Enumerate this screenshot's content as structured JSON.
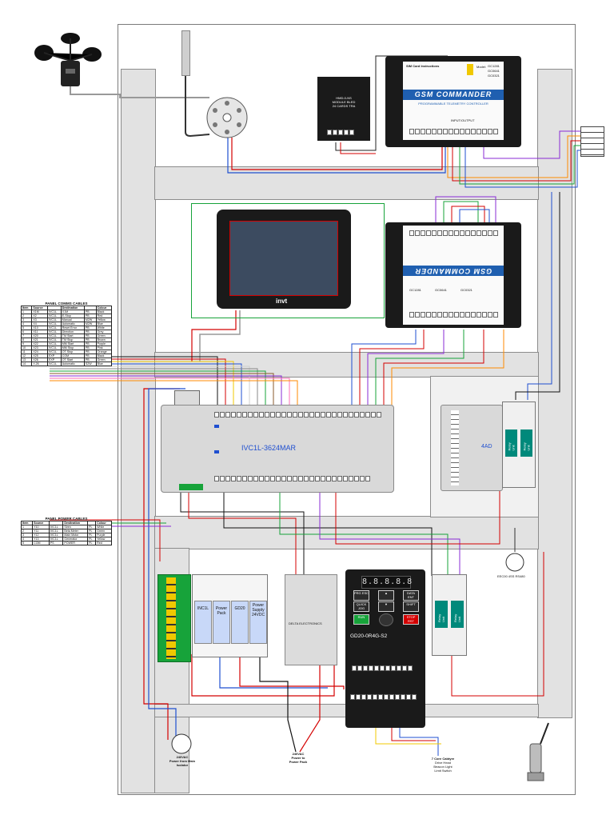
{
  "devices": {
    "plc_model": "IVC1L-3624MAR",
    "hmi_brand": "invt",
    "vfd_model": "GD20-0R4G-S2",
    "vfd_display": "8.8.8.8.8",
    "vfd_keys": [
      "PRG ESC",
      "DATA ENT",
      "QUICK JOG",
      "SHIFT",
      "RUN",
      "STOP RST"
    ],
    "expansion_label": "4AD",
    "gsm_title": "GSM COMMANDER",
    "gsm_subtitle": "PROGRAMMABLE TELEMETRY CONTROLLER",
    "gsm_models": [
      "GC1281",
      "GC0641",
      "GC0321"
    ],
    "gsm_model_prefix": "Model:",
    "gsm_sim_heading": "SIM Card Instructions",
    "gsm_io_label": "INPUT/OUTPUT",
    "modbus_module": [
      "HMD-0-NS",
      "MODULE BLED",
      "24 CARDS TRA"
    ],
    "power_supply_brand": "DELTA ELECTRONICS",
    "breakers": [
      "INC1L",
      "Power Pack",
      "GD20",
      "Power Supply 24VDC"
    ],
    "relay_labels": [
      "Relay Unit",
      "Relay Unit"
    ],
    "stepdown_label": "EEC00 4SS RS480"
  },
  "comms_table": {
    "title": "PANEL COMMS CABLES",
    "headers": [
      "Item",
      "Source",
      "",
      "Destination",
      "",
      "Colour"
    ],
    "rows": [
      [
        "1",
        "X1M",
        "IVC1L",
        "X1M",
        "PB",
        "Black"
      ],
      [
        "2",
        "X2",
        "IVC1L",
        "E-Stop",
        "PB",
        "Red"
      ],
      [
        "3",
        "X3",
        "IVC1L",
        "Manual",
        "M2W",
        "Yellow"
      ],
      [
        "4",
        "X4",
        "IVC1L",
        "Automatic",
        "M2W",
        "Blue"
      ],
      [
        "5",
        "X10",
        "IVC1L",
        "Reset Error",
        "PB",
        "White"
      ],
      [
        "6",
        "X11",
        "IVC1L",
        "Direction",
        "PB",
        "Grey"
      ],
      [
        "7",
        "X20",
        "IVC1L",
        "TM Start",
        "PB",
        "Green"
      ],
      [
        "8",
        "X21",
        "IVC1L",
        "TM Stop",
        "PB",
        "Brown"
      ],
      [
        "9",
        "X22",
        "IVC1L",
        "MM Start",
        "PB",
        "Purple"
      ],
      [
        "10",
        "X23",
        "IVC1L",
        "MM Stop",
        "PB",
        "Pink"
      ],
      [
        "11",
        "X24",
        "IVC1L",
        "OT Stop",
        "PB",
        "Orange"
      ],
      [
        "12",
        "X25",
        "EXP",
        "COM",
        "PB",
        "Black"
      ],
      [
        "13",
        "X26",
        "EXP",
        "OT Start",
        "PB",
        "Green"
      ],
      [
        "14",
        "Y-26",
        "IVC1L",
        "Automatic",
        "S2W",
        "Blue"
      ]
    ]
  },
  "power_table": {
    "title": "PANEL POWER CABLES",
    "headers": [
      "Item",
      "Source",
      "",
      "Destination",
      "",
      "Colour"
    ],
    "rows": [
      [
        "1",
        "Y10",
        "IVC1L",
        "Siren",
        "PL",
        "White"
      ],
      [
        "2",
        "Y11",
        "IVC1L",
        "Beta Meter",
        "PL",
        "Green"
      ],
      [
        "3",
        "Y12",
        "IVC1L",
        "Main Motor",
        "PL",
        "Purple"
      ],
      [
        "4",
        "Y13",
        "IVC1L",
        "Generator",
        "PL",
        "Yellow"
      ],
      [
        "5",
        "COM",
        "PS",
        "POWER",
        "PL",
        "Red"
      ]
    ]
  },
  "annotations": {
    "mains_note": [
      "240VAC",
      "Power from Main",
      "Isolator"
    ],
    "pack_note": [
      "240VAC",
      "Power to",
      "Power Pack"
    ],
    "cable_note": [
      "7 Core Cabtyre",
      "Drive Head",
      "Beacon Light",
      "Limit Switch"
    ]
  },
  "colors": {
    "red": "#d40000",
    "blue": "#1f4fd0",
    "green": "#17a33a",
    "yellow": "#f0c800",
    "purple": "#8a2bd6",
    "orange": "#ff8a00",
    "teal": "#00897b",
    "panel": "#e2e2e2"
  }
}
